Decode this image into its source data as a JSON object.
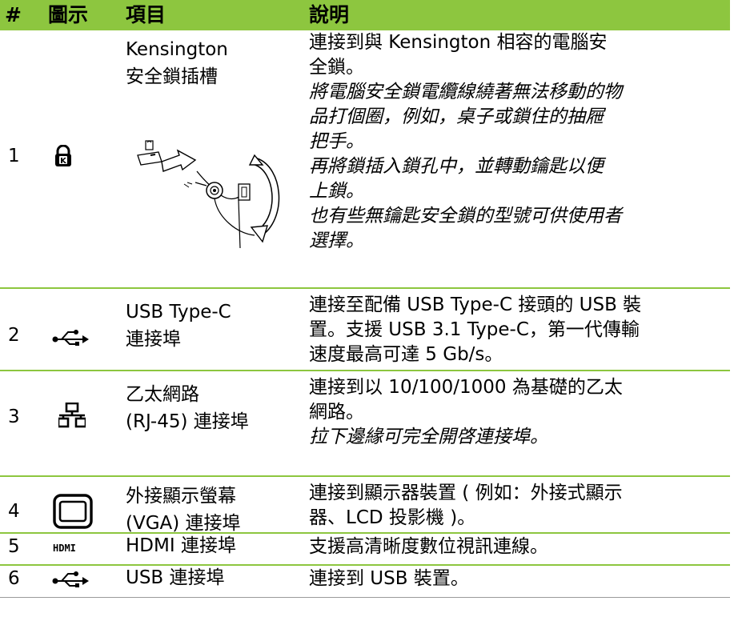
{
  "header": {
    "col_num": "#",
    "col_icon": "圖示",
    "col_item": "項目",
    "col_desc": "說明"
  },
  "rows": [
    {
      "num": "1",
      "icon": "kensington-lock-icon",
      "item_lines": [
        "Kensington",
        "安全鎖插槽"
      ],
      "desc_lines": [
        {
          "text": "連接到與 Kensington 相容的電腦安",
          "italic": false
        },
        {
          "text": "全鎖。",
          "italic": false
        },
        {
          "text": "將電腦安全鎖電纜線繞著無法移動的物",
          "italic": true
        },
        {
          "text": "品打個圈，例如，桌子或鎖住的抽屜",
          "italic": true
        },
        {
          "text": "把手。",
          "italic": true
        },
        {
          "text": "再將鎖插入鎖孔中，並轉動鑰匙以便",
          "italic": true
        },
        {
          "text": "上鎖。",
          "italic": true
        },
        {
          "text": "也有些無鑰匙安全鎖的型號可供使用者",
          "italic": true
        },
        {
          "text": "選擇。",
          "italic": true
        }
      ],
      "illustration": "lock-insertion-illustration"
    },
    {
      "num": "2",
      "icon": "usb-icon",
      "item_lines": [
        "USB Type-C",
        "連接埠"
      ],
      "desc_lines": [
        {
          "text": "連接至配備 USB Type-C 接頭的 USB 裝",
          "italic": false
        },
        {
          "text": "置。支援 USB 3.1 Type-C，第一代傳輸",
          "italic": false
        },
        {
          "text": "速度最高可達 5 Gb/s。",
          "italic": false
        }
      ]
    },
    {
      "num": "3",
      "icon": "network-icon",
      "item_lines": [
        "乙太網路",
        "(RJ-45) 連接埠"
      ],
      "desc_lines": [
        {
          "text": "連接到以 10/100/1000 為基礎的乙太",
          "italic": false
        },
        {
          "text": "網路。",
          "italic": false
        },
        {
          "text": "拉下邊緣可完全開啓連接埠。",
          "italic": true
        }
      ]
    },
    {
      "num": "4",
      "icon": "vga-icon",
      "item_lines": [
        "外接顯示螢幕",
        "(VGA) 連接埠"
      ],
      "desc_lines": [
        {
          "text": "連接到顯示器裝置 ( 例如：外接式顯示",
          "italic": false
        },
        {
          "text": "器、LCD 投影機 )。",
          "italic": false
        }
      ]
    },
    {
      "num": "5",
      "icon": "hdmi-icon",
      "icon_text": "HDMI",
      "item_lines": [
        "HDMI 連接埠"
      ],
      "desc_lines": [
        {
          "text": "支援高清晰度數位視訊連線。",
          "italic": false
        }
      ]
    },
    {
      "num": "6",
      "icon": "usb-icon",
      "item_lines": [
        "USB 連接埠"
      ],
      "desc_lines": [
        {
          "text": "連接到 USB 裝置。",
          "italic": false
        }
      ]
    }
  ],
  "colors": {
    "header_bg": "#8dc63f",
    "rule": "#8dc63f"
  }
}
